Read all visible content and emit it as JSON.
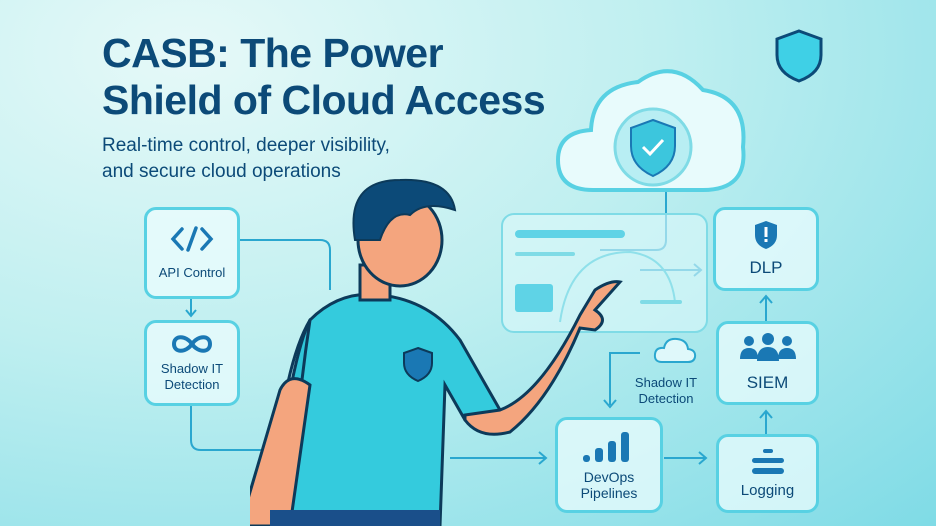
{
  "header": {
    "title_line1": "CASB: The Power",
    "title_line2": "Shield of Cloud Access",
    "subtitle_line1": "Real-time control, deeper visibility,",
    "subtitle_line2": "and secure cloud operations"
  },
  "nodes": {
    "api_control": {
      "label": "API Control",
      "icon": "code-icon"
    },
    "shadow_it_left": {
      "line1": "Shadow IT",
      "line2": "Detection",
      "icon": "infinity-icon"
    },
    "shadow_it_center": {
      "line1": "Shadow IT",
      "line2": "Detection",
      "icon": "cloud-icon"
    },
    "dlp": {
      "label": "DLP",
      "icon": "shield-alert-icon"
    },
    "siem": {
      "label": "SIEM",
      "icon": "users-icon"
    },
    "logging": {
      "label": "Logging",
      "icon": "logging-icon"
    },
    "devops": {
      "line1": "DevOps",
      "line2": "Pipelines",
      "icon": "bar-chart-icon"
    }
  },
  "colors": {
    "title": "#0c4a78",
    "accent": "#58d1e3",
    "icon": "#1a78b4"
  }
}
